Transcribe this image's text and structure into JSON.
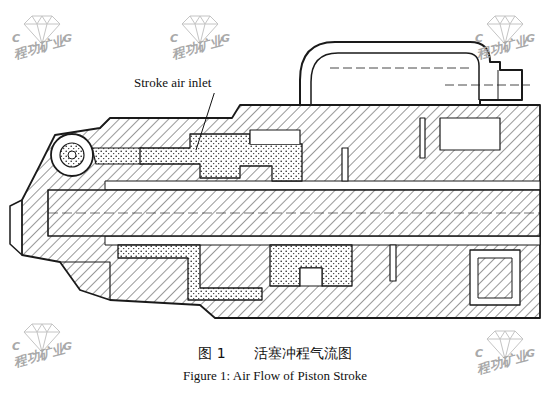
{
  "diagram": {
    "caption": "图 1　　活塞冲程气流图",
    "labels": [
      "Stroke air inlet",
      "Figure 1: Air Flow of Piston Stroke",
      "C",
      "G",
      "程功矿业",
      "C",
      "G",
      "程功矿业",
      "C",
      "G",
      "程功矿业",
      "C",
      "G",
      "程功矿业",
      "C",
      "G",
      "程功矿业"
    ]
  }
}
